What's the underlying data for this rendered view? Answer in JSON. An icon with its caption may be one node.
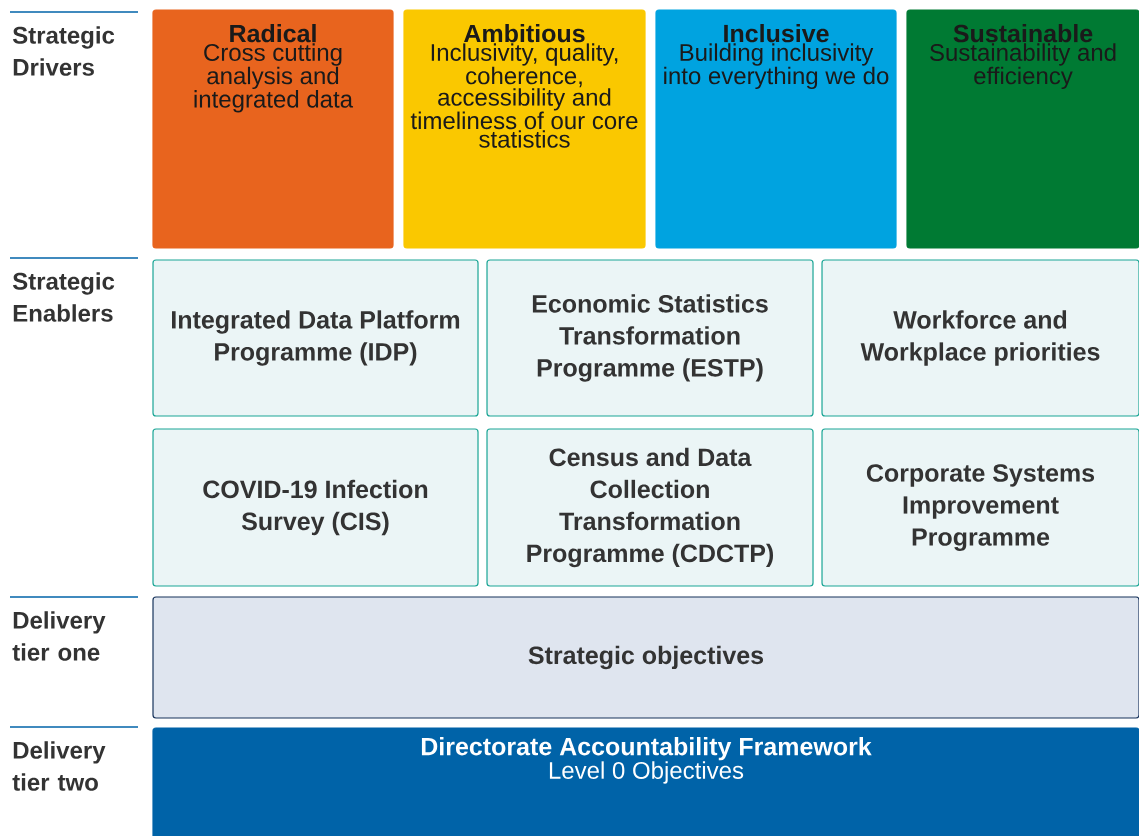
{
  "diagram": {
    "nodes": [
      {
        "text": [
          "Radical",
          "Cross cutting analysis and integrated data"
        ]
      },
      {
        "text": [
          "Ambitious",
          "Inclusivity, quality, coherence, accessibility and timeliness of our core statistics"
        ]
      },
      {
        "text": [
          "Inclusive",
          "Building inclusivity into everything we do"
        ]
      },
      {
        "text": [
          "Sustainable",
          "Sustainability and efficiency"
        ]
      },
      {
        "text": [
          "Integrated Data Platform Programme (IDP)"
        ]
      },
      {
        "text": [
          "Economic Statistics Transformation Programme (ESTP)"
        ]
      },
      {
        "text": [
          "Workforce and Workplace priorities"
        ]
      },
      {
        "text": [
          "COVID-19 Infection Survey (CIS)"
        ]
      },
      {
        "text": [
          "Census and Data Collection Transformation Programme (CDCTP)"
        ]
      },
      {
        "text": [
          "Corporate Systems Improvement Programme"
        ]
      },
      {
        "text": [
          "Strategic objectives"
        ]
      },
      {
        "text": [
          "Directorate Accountability Framework",
          "Level 0 Objectives"
        ]
      }
    ],
    "edges": [],
    "labels": [
      "Strategic Drivers",
      "Strategic Enablers",
      "Delivery tier one",
      "Delivery tier two"
    ]
  }
}
